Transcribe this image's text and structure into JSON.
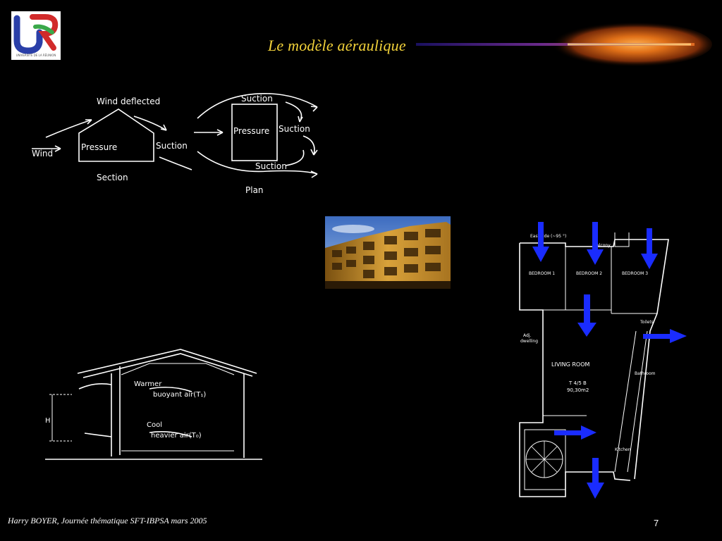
{
  "slide": {
    "title": "Le modèle aéraulique",
    "footer": "Harry BOYER, Journée thématique SFT-IBPSA mars 2005",
    "page_number": "7"
  },
  "logo": {
    "text": "UNIVERSITÉ DE LA RÉUNION"
  },
  "diagram_top": {
    "wind": "Wind",
    "wind_deflected": "Wind deflected",
    "pressure_section": "Pressure",
    "suction_section": "Suction",
    "section": "Section",
    "suction_top": "Suction",
    "pressure_plan": "Pressure",
    "suction_right": "Suction",
    "suction_bottom": "Suction",
    "plan": "Plan"
  },
  "diagram_section": {
    "warmer": "Warmer",
    "buoyant": "buoyant air(T₁)",
    "cool": "Cool",
    "heavier": "heavier air(T₀)",
    "height": "H"
  },
  "floorplan": {
    "east_side": "East side (~95 °)",
    "balcony": "Balcony",
    "bedroom1": "BEDROOM 1",
    "bedroom2": "BEDROOM 2",
    "bedroom3": "BEDROOM 3",
    "adj_dwelling_1": "Adj.",
    "adj_dwelling_2": "dwelling",
    "living_room": "LIVING ROOM",
    "unit_id": "T 4/5 B",
    "area": "90,30m2",
    "toilets": "Toilets",
    "bathroom": "Bathroom",
    "kitchen": "Kitchen"
  },
  "colors": {
    "title": "#f2d23a",
    "arrow": "#1a2cff",
    "background": "#000000"
  }
}
